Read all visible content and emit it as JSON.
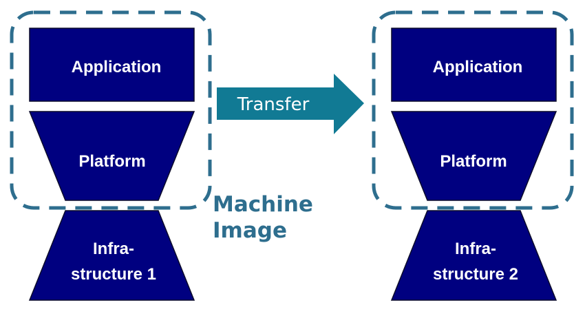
{
  "left_stack": {
    "application": "Application",
    "platform": "Platform",
    "infra_line1": "Infra-",
    "infra_line2": "structure 1"
  },
  "right_stack": {
    "application": "Application",
    "platform": "Platform",
    "infra_line1": "Infra-",
    "infra_line2": "structure 2"
  },
  "arrow": {
    "label": "Transfer"
  },
  "machine_image": {
    "line1": "Machine",
    "line2": "Image"
  },
  "colors": {
    "box_fill": "#000080",
    "box_stroke": "#0a0a2a",
    "dash_outline": "#2e6e8e",
    "arrow_fill": "#117a94",
    "machine_image_text": "#2e6e8e",
    "label_text": "#ffffff"
  }
}
